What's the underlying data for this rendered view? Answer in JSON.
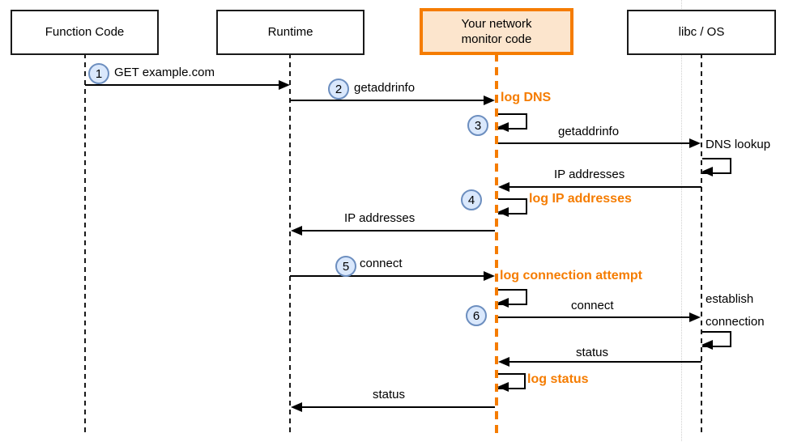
{
  "colors": {
    "accent_orange": "#F57C00",
    "monitor_fill": "#FCE5CD",
    "step_badge_fill": "#DAE8FC",
    "step_badge_stroke": "#6C8EBF"
  },
  "actors": [
    {
      "label": "Function Code"
    },
    {
      "label": "Runtime"
    },
    {
      "label": "Your network monitor code",
      "line1": "Your network",
      "line2": "monitor code",
      "highlighted": true
    },
    {
      "label": "libc / OS"
    }
  ],
  "messages": [
    {
      "step": "1",
      "label": "GET example.com",
      "from": "Function Code",
      "to": "Runtime"
    },
    {
      "step": "2",
      "label": "getaddrinfo",
      "from": "Runtime",
      "to": "Your network monitor code"
    },
    {
      "label": "log DNS",
      "kind": "log",
      "actor": "Your network monitor code"
    },
    {
      "step": "3",
      "kind": "self-call",
      "actor": "Your network monitor code"
    },
    {
      "label": "getaddrinfo",
      "from": "Your network monitor code",
      "to": "libc / OS"
    },
    {
      "label": "DNS lookup",
      "kind": "self-call",
      "actor": "libc / OS"
    },
    {
      "label": "IP addresses",
      "from": "libc / OS",
      "to": "Your network monitor code"
    },
    {
      "step": "4",
      "label": "log IP addresses",
      "kind": "log-self-call",
      "actor": "Your network monitor code"
    },
    {
      "label": "IP addresses",
      "from": "Your network monitor code",
      "to": "Runtime"
    },
    {
      "step": "5",
      "label": "connect",
      "from": "Runtime",
      "to": "Your network monitor code"
    },
    {
      "label": "log connection attempt",
      "kind": "log",
      "actor": "Your network monitor code"
    },
    {
      "step": "6",
      "kind": "self-call",
      "actor": "Your network monitor code"
    },
    {
      "label": "connect",
      "from": "Your network monitor code",
      "to": "libc / OS"
    },
    {
      "label": "establish connection",
      "line1": "establish",
      "line2": "connection",
      "kind": "self-call",
      "actor": "libc / OS"
    },
    {
      "label": "status",
      "from": "libc / OS",
      "to": "Your network monitor code"
    },
    {
      "label": "log status",
      "kind": "log-self-call",
      "actor": "Your network monitor code"
    },
    {
      "label": "status",
      "from": "Your network monitor code",
      "to": "Runtime"
    }
  ]
}
